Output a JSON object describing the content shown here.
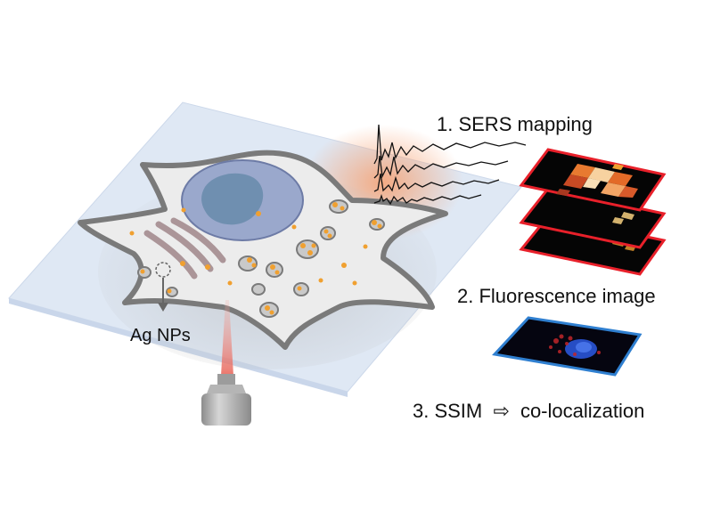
{
  "labels": {
    "sers_mapping": "1. SERS mapping",
    "fluorescence_image": "2. Fluorescence image",
    "ssim_prefix": "3. SSIM",
    "ssim_arrow": "⇨",
    "ssim_suffix": "co-localization",
    "ag_nps": "Ag NPs"
  },
  "colors": {
    "substrate": "#dfe8f4",
    "cell_fill": "#ececec",
    "cell_outline": "#7a7a7a",
    "nucleus": "#9aa8cc",
    "nucleolus": "#6f8fb0",
    "nanoparticle": "#f0a030",
    "sers_frame": "#e8202a",
    "fluorescence_frame": "#2f7fd0",
    "laser": "#f08a80",
    "objective": "#a8a8a8"
  }
}
